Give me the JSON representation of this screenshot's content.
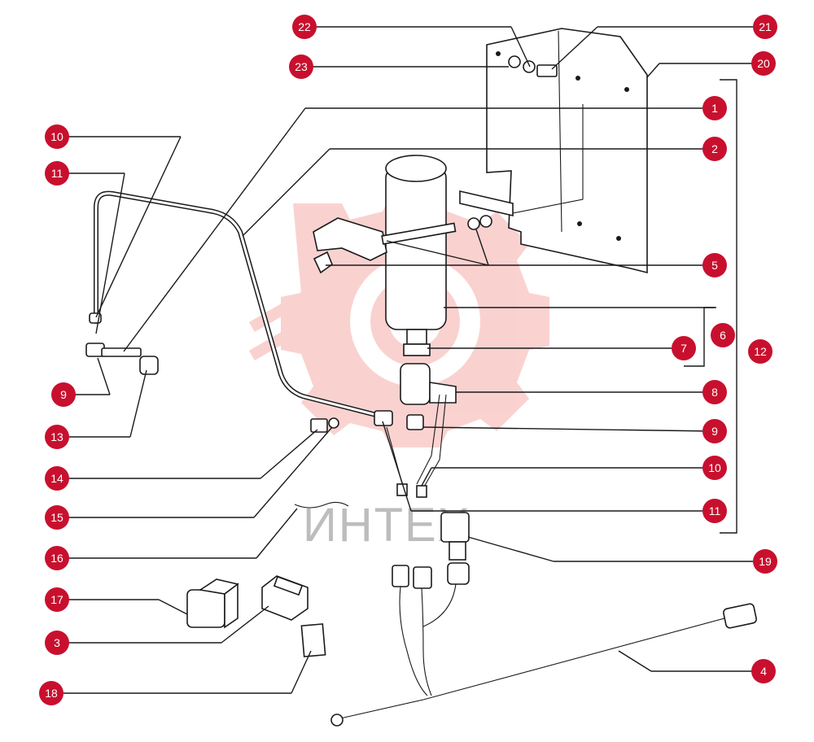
{
  "watermark": {
    "text": "ИНТЕХ",
    "color": "#e8352e"
  },
  "callout_color": "#c8102e",
  "callouts": [
    {
      "id": "c1",
      "label": "1"
    },
    {
      "id": "c2",
      "label": "2"
    },
    {
      "id": "c3",
      "label": "3"
    },
    {
      "id": "c4",
      "label": "4"
    },
    {
      "id": "c5",
      "label": "5"
    },
    {
      "id": "c6",
      "label": "6"
    },
    {
      "id": "c7",
      "label": "7"
    },
    {
      "id": "c8",
      "label": "8"
    },
    {
      "id": "c9a",
      "label": "9"
    },
    {
      "id": "c9b",
      "label": "9"
    },
    {
      "id": "c10a",
      "label": "10"
    },
    {
      "id": "c10b",
      "label": "10"
    },
    {
      "id": "c11a",
      "label": "11"
    },
    {
      "id": "c11b",
      "label": "11"
    },
    {
      "id": "c12",
      "label": "12"
    },
    {
      "id": "c13",
      "label": "13"
    },
    {
      "id": "c14",
      "label": "14"
    },
    {
      "id": "c15",
      "label": "15"
    },
    {
      "id": "c16",
      "label": "16"
    },
    {
      "id": "c17",
      "label": "17"
    },
    {
      "id": "c18",
      "label": "18"
    },
    {
      "id": "c19",
      "label": "19"
    },
    {
      "id": "c20",
      "label": "20"
    },
    {
      "id": "c21",
      "label": "21"
    },
    {
      "id": "c22",
      "label": "22"
    },
    {
      "id": "c23",
      "label": "23"
    }
  ]
}
